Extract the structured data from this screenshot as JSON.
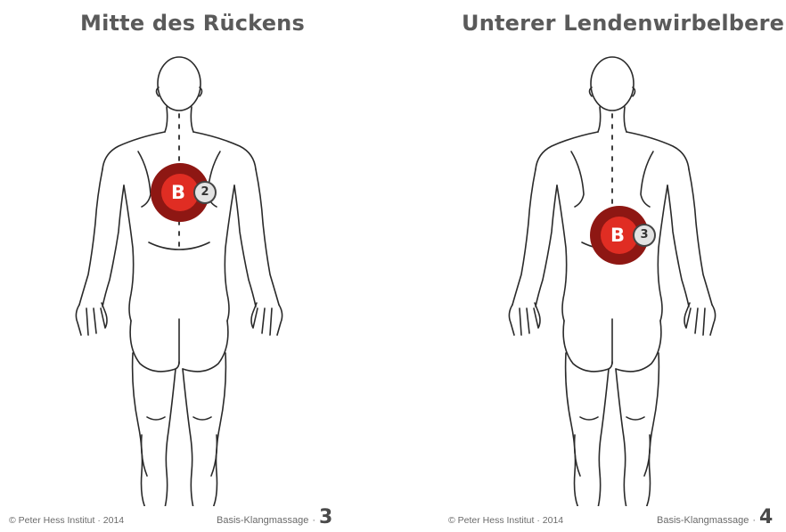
{
  "panels": [
    {
      "title": "Mitte des Rückens",
      "marker": {
        "letter": "B",
        "number": "2"
      },
      "footer": {
        "copyright": "© Peter Hess Institut · 2014",
        "label": "Basis-Klangmassage",
        "separator": "·",
        "page": "3"
      }
    },
    {
      "title": "Unterer Lendenwirbelbereich",
      "marker": {
        "letter": "B",
        "number": "3"
      },
      "footer": {
        "copyright": "© Peter Hess Institut · 2014",
        "label": "Basis-Klangmassage",
        "separator": "·",
        "page": "4"
      }
    }
  ],
  "colors": {
    "marker_outer": "#8e1713",
    "marker_inner": "#e02d23",
    "badge": "#e3e3e3",
    "text": "#5a5a5a"
  }
}
